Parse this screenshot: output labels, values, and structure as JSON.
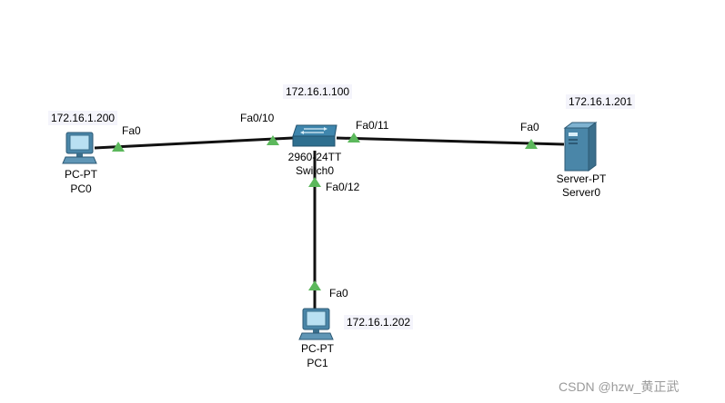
{
  "colors": {
    "link": "#111111",
    "port_up": "#5cb85c",
    "pc_screen": "#b9e0f2",
    "pc_body": "#4a86a8",
    "server_body": "#4a86a8",
    "switch_body": "#2f6f8f"
  },
  "devices": {
    "pc0": {
      "type": "PC-PT",
      "name": "PC0",
      "ip": "172.16.1.200",
      "icon": "pc-icon"
    },
    "pc1": {
      "type": "PC-PT",
      "name": "PC1",
      "ip": "172.16.1.202",
      "icon": "pc-icon"
    },
    "switch0": {
      "type": "2960-24TT",
      "name": "Switch0",
      "ip": "172.16.1.100",
      "icon": "switch-icon"
    },
    "server0": {
      "type": "Server-PT",
      "name": "Server0",
      "ip": "172.16.1.201",
      "icon": "server-icon"
    }
  },
  "ports": {
    "pc0": "Fa0",
    "switch_to_pc0": "Fa0/10",
    "switch_to_server0": "Fa0/11",
    "switch_to_pc1": "Fa0/12",
    "server0": "Fa0",
    "pc1": "Fa0"
  },
  "watermark": "CSDN @hzw_黄正武"
}
